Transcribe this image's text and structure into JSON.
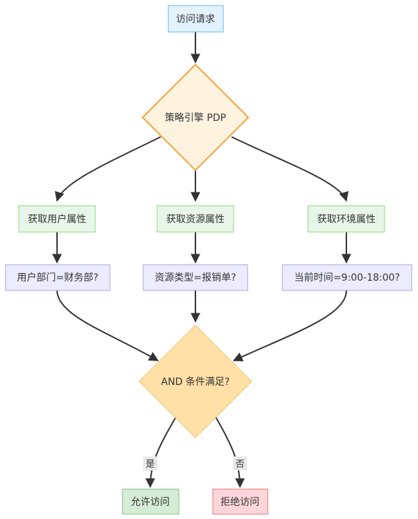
{
  "nodes": {
    "request": "访问请求",
    "engine": "策略引擎 PDP",
    "get_user": "获取用户属性",
    "get_resource": "获取资源属性",
    "get_env": "获取环境属性",
    "check_user": "用户部门=财务部?",
    "check_resource": "资源类型=报销单?",
    "check_env": "当前时间=9:00-18:00?",
    "and_check": "AND 条件满足?",
    "allow": "允许访问",
    "deny": "拒绝访问"
  },
  "edge_labels": {
    "yes": "是",
    "no": "否"
  },
  "colors": {
    "request_fill": "#e3f2fd",
    "request_stroke": "#64b5f6",
    "engine_fill": "#fff3e0",
    "engine_stroke": "#f5a33b",
    "attr_fill": "#e8f5e9",
    "attr_stroke": "#8bdc7a",
    "cond_fill": "#ececfe",
    "cond_stroke": "#a9a3e0",
    "and_fill": "#ffe0a6",
    "and_stroke": "#e8c77a",
    "allow_fill": "#d5ecd6",
    "allow_stroke": "#7cc37e",
    "deny_fill": "#fcd6da",
    "deny_stroke": "#e57373",
    "edge": "#333333"
  }
}
